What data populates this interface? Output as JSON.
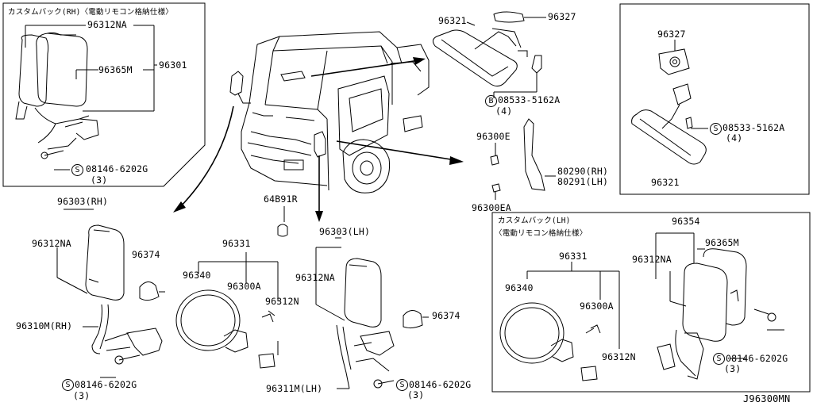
{
  "diagram_id": "J96300MN",
  "panels": {
    "custom_rh": {
      "header": "カスタムバック(RH)〈電動リモコン格納仕様〉",
      "parts": [
        "96312NA",
        "96365M",
        "96301"
      ],
      "bolt": {
        "symbol": "S",
        "part": "08146-6202G",
        "qty": "(3)"
      }
    },
    "inner_mirror_top": {
      "parts": [
        "96321",
        "96327"
      ],
      "bolt": {
        "symbol": "B",
        "part": "08533-5162A",
        "qty": "(4)"
      }
    },
    "inner_mirror_box": {
      "parts": [
        "96327",
        "96321"
      ],
      "bolt": {
        "symbol": "S",
        "part": "08533-5162A",
        "qty": "(4)"
      }
    },
    "side_parts": {
      "parts": [
        "96300E",
        "96300EA"
      ],
      "protector": [
        "80290(RH)",
        "80291(LH)"
      ]
    },
    "grommet": {
      "part": "64B91R"
    },
    "mirror_rh": {
      "parts": [
        "96303(RH)",
        "96312NA",
        "96374",
        "96310M(RH)"
      ],
      "bolt": {
        "symbol": "S",
        "part": "08146-6202G",
        "qty": "(3)"
      }
    },
    "under_mirror": {
      "parts": [
        "96331",
        "96340",
        "96300A",
        "96312N"
      ]
    },
    "mirror_lh": {
      "parts": [
        "96303(LH)",
        "96312NA",
        "96374",
        "96311M(LH)"
      ],
      "bolt": {
        "symbol": "S",
        "part": "08146-6202G",
        "qty": "(3)"
      }
    },
    "custom_lh": {
      "header_line1": "カスタムバック(LH)",
      "header_line2": "〈電動リモコン格納仕様〉",
      "parts": [
        "96331",
        "96340",
        "96300A",
        "96312N",
        "96354",
        "96312NA",
        "96365M"
      ],
      "bolt": {
        "symbol": "S",
        "part": "08146-6202G",
        "qty": "(3)"
      }
    }
  }
}
